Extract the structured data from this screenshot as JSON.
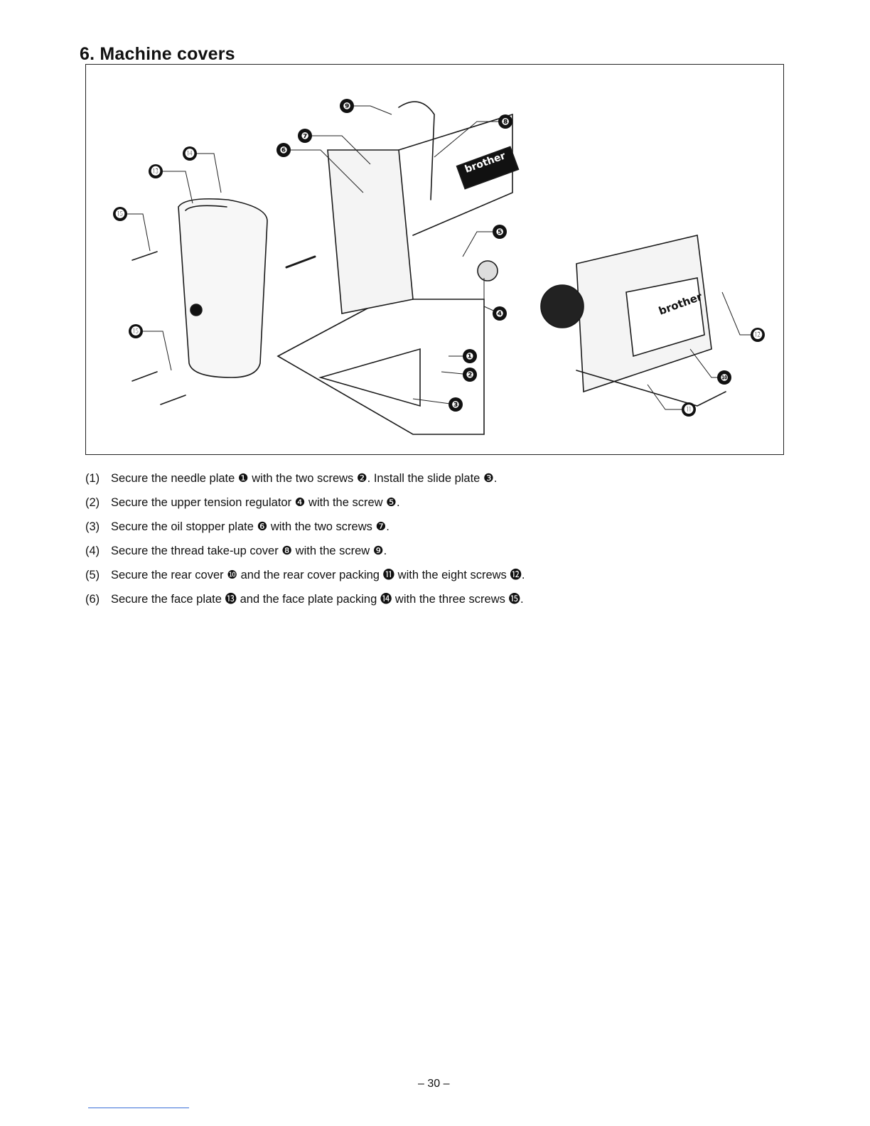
{
  "title": "6. Machine covers",
  "figure": {
    "brand_text": "brother",
    "callouts": [
      {
        "id": "1",
        "label": "❶"
      },
      {
        "id": "2",
        "label": "❷"
      },
      {
        "id": "3",
        "label": "❸"
      },
      {
        "id": "4",
        "label": "❹"
      },
      {
        "id": "5",
        "label": "❺"
      },
      {
        "id": "6",
        "label": "❻"
      },
      {
        "id": "7",
        "label": "❼"
      },
      {
        "id": "8",
        "label": "❽"
      },
      {
        "id": "9",
        "label": "❾"
      },
      {
        "id": "10",
        "label": "❿"
      },
      {
        "id": "11",
        "label": "⓫"
      },
      {
        "id": "12",
        "label": "⓬"
      },
      {
        "id": "13",
        "label": "⓭"
      },
      {
        "id": "14",
        "label": "⓮"
      },
      {
        "id": "15",
        "label": "⓯"
      }
    ]
  },
  "steps": [
    {
      "num": "(1)",
      "text": "Secure the needle plate ❶ with the two screws ❷. Install the slide plate ❸."
    },
    {
      "num": "(2)",
      "text": "Secure the upper tension regulator ❹ with the screw ❺."
    },
    {
      "num": "(3)",
      "text": "Secure the oil stopper plate ❻ with the two screws ❼."
    },
    {
      "num": "(4)",
      "text": "Secure the thread take-up cover ❽ with the screw ❾."
    },
    {
      "num": "(5)",
      "text": "Secure the rear cover ❿ and the rear cover packing ⓫ with the eight screws ⓬."
    },
    {
      "num": "(6)",
      "text": "Secure the face plate ⓭ and the face plate packing ⓮ with the three screws ⓯."
    }
  ],
  "page_number": "– 30 –"
}
